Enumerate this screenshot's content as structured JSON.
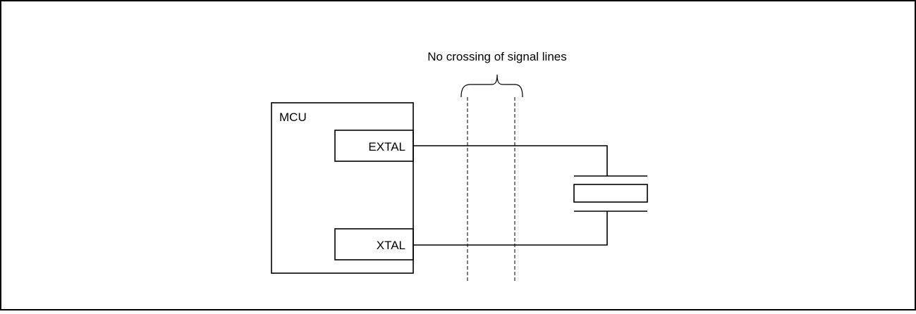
{
  "diagram": {
    "annotation": "No crossing of signal lines",
    "mcu_label": "MCU",
    "pins": {
      "extal": "EXTAL",
      "xtal": "XTAL"
    }
  },
  "colors": {
    "line": "#000000",
    "background": "#ffffff"
  }
}
